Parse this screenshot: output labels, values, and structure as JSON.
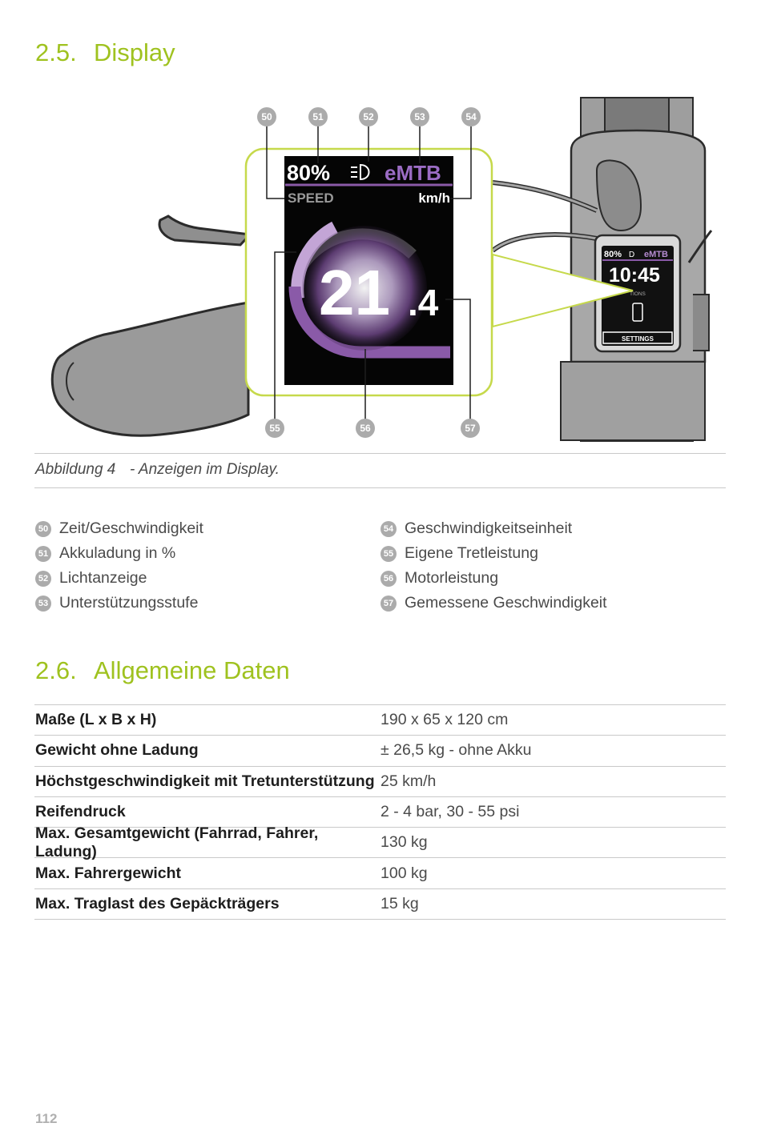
{
  "section_display": {
    "number": "2.5.",
    "title": "Display"
  },
  "figure": {
    "callouts": [
      "50",
      "51",
      "52",
      "53",
      "54",
      "55",
      "56",
      "57"
    ],
    "screen": {
      "battery": "80%",
      "mode": "eMTB",
      "speed_label": "SPEED",
      "unit": "km/h",
      "speed_main": "21",
      "speed_decimal": ".4"
    },
    "small_screen": {
      "battery": "80%",
      "mode": "eMTB",
      "time": "10:45",
      "options_partial": "TIONS",
      "settings": "SETTINGS"
    },
    "colors": {
      "accent": "#9fc21f",
      "purple": "#8a5aa8",
      "light_purple": "#c3a5d6"
    }
  },
  "caption": {
    "label": "Abbildung 4",
    "text": "- Anzeigen im Display."
  },
  "legend_left": [
    {
      "num": "50",
      "text": "Zeit/Geschwindigkeit"
    },
    {
      "num": "51",
      "text": "Akkuladung in %"
    },
    {
      "num": "52",
      "text": "Lichtanzeige"
    },
    {
      "num": "53",
      "text": "Unterstützungsstufe"
    }
  ],
  "legend_right": [
    {
      "num": "54",
      "text": "Geschwindigkeitseinheit"
    },
    {
      "num": "55",
      "text": "Eigene Tretleistung"
    },
    {
      "num": "56",
      "text": "Motorleistung"
    },
    {
      "num": "57",
      "text": "Gemessene Geschwindigkeit"
    }
  ],
  "section_data": {
    "number": "2.6.",
    "title": "Allgemeine Daten"
  },
  "specs": [
    {
      "label": "Maße (L x B x H)",
      "value": "190 x 65 x 120 cm"
    },
    {
      "label": "Gewicht ohne Ladung",
      "value": "± 26,5 kg - ohne Akku"
    },
    {
      "label": "Höchstgeschwindigkeit mit Tretunterstützung",
      "value": "25 km/h"
    },
    {
      "label": "Reifendruck",
      "value": "2 - 4 bar, 30 - 55 psi"
    },
    {
      "label": "Max. Gesamtgewicht (Fahrrad, Fahrer, Ladung)",
      "value": "130 kg"
    },
    {
      "label": "Max. Fahrergewicht",
      "value": "100 kg"
    },
    {
      "label": "Max. Traglast des Gepäckträgers",
      "value": "15 kg"
    }
  ],
  "page_number": "112"
}
